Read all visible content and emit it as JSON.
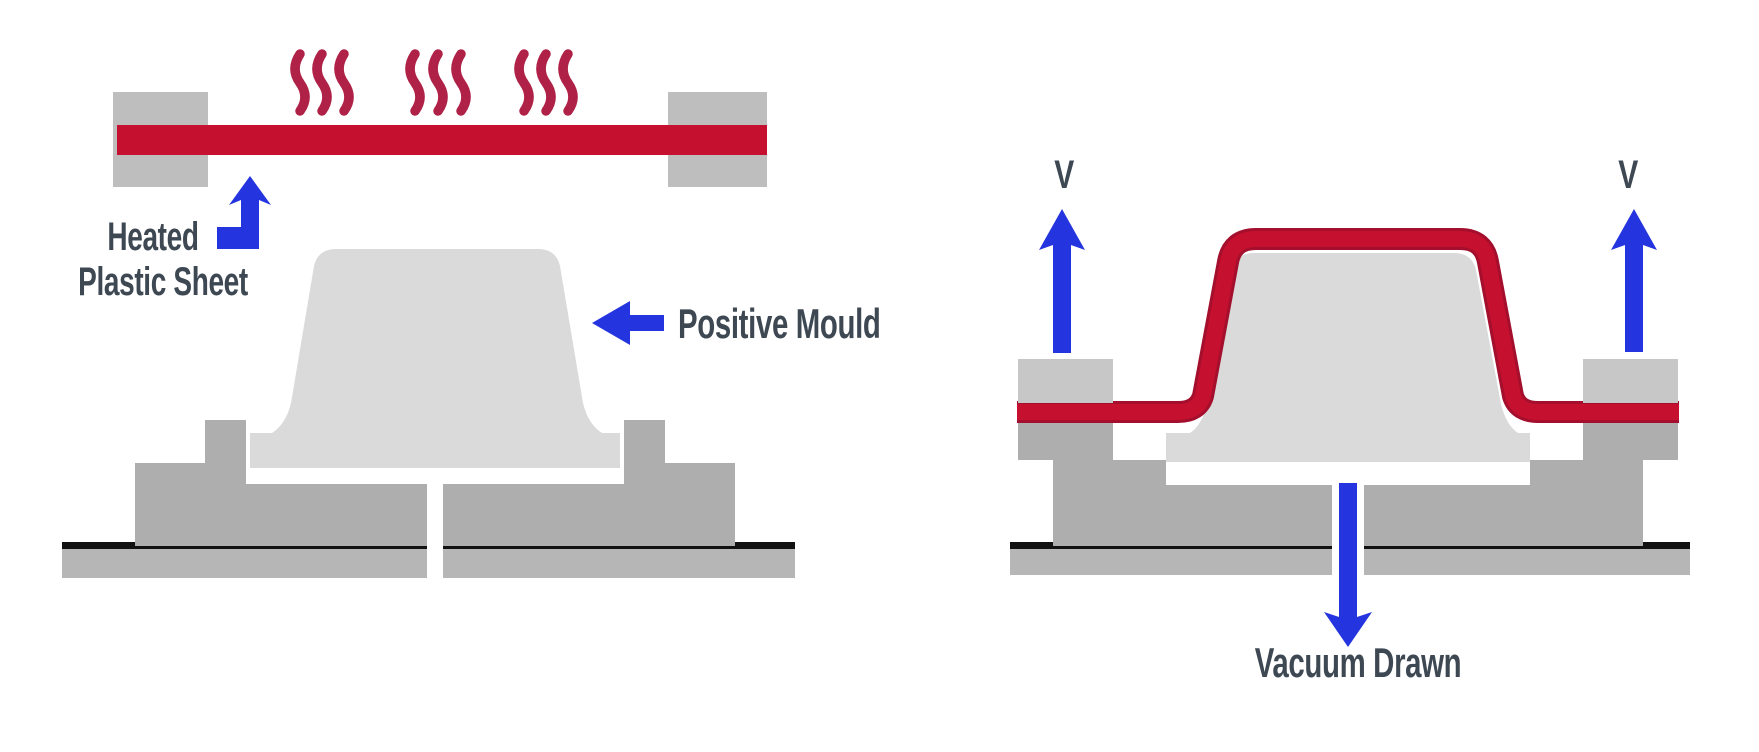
{
  "diagram": {
    "subject": "Vacuum forming process with positive mould",
    "stages": [
      "heating-stage",
      "vacuum-drawn-stage"
    ]
  },
  "left_panel": {
    "labels": {
      "heated_sheet_line1": "Heated",
      "heated_sheet_line2": "Plastic Sheet",
      "positive_mould": "Positive Mould"
    },
    "icons": [
      "heat-waves-icon",
      "bent-up-arrow-icon",
      "left-arrow-icon"
    ]
  },
  "right_panel": {
    "labels": {
      "vent_left": "V",
      "vent_right": "V",
      "vacuum_drawn": "Vacuum Drawn"
    },
    "icons": [
      "up-arrow-icon",
      "up-arrow-icon",
      "down-arrow-icon"
    ]
  },
  "colors": {
    "background": "#ffffff",
    "sheet_red": "#C5102F",
    "sheet_red_dark": "#A30F2C",
    "heat_wave_red": "#AF2147",
    "arrow_blue": "#2435DF",
    "label_slate": "#3E4853",
    "mould_light_gray": "#DADADA",
    "base_gray": "#AEAEAE",
    "strip_gray": "#B6B6B6",
    "clamp_gray": "#BEBEBE",
    "clamp_gray_right": "#C7C7C7",
    "table_line_black": "#121212"
  }
}
